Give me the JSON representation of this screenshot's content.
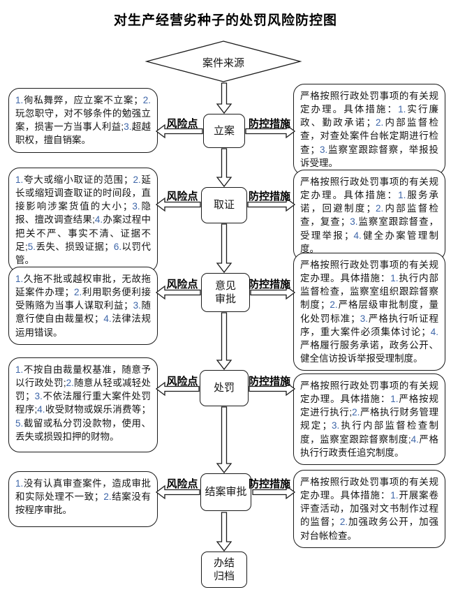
{
  "title": "对生产经营劣种子的处罚风险防控图",
  "source_node": "案件来源",
  "labels": {
    "risk": "风险点",
    "control": "防控措施"
  },
  "stages": [
    {
      "label": "立案",
      "risk": "1.徇私舞弊，应立案不立案；2.玩忽职守，对不够条件的勉强立案，损害一方当事人利益;3.超越职权，擅自销案。",
      "control": "严格按照行政处罚事项的有关规定办理。具体措施：1.实行廉政、勤政承诺；2.内部监督检查，对查处案件台帐定期进行检查；3.监察室跟踪督察，举报投诉受理。"
    },
    {
      "label": "取证",
      "risk": "1.夸大或缩小取证的范围；2.延长或缩短调查取证的时间段，直接影响涉案货值的大小；3.隐报、擅改调查结果;4.办案过程中把关不严、事实不清、证据不足;5.丢失、损毁证据；6.以罚代管。",
      "control": "严格按照行政处罚事项的有关规定办理。具体措施：1.服务承诺，回避制度；2.内部监督检查，复查；3.监察室跟踪督查，受理举报；4.健全办案管理制度。"
    },
    {
      "label": "意见审批",
      "risk": "1.久拖不批或越权审批，无故拖延案件办理；2.利用职务便利接受贿赂为当事人谋取利益；3.随意行使自由裁量权；4.法律法规运用错误。",
      "control": "严格按照行政处罚事项的有关规定办理。具体措施：1.执行内部监督检查，监察室组织跟踪督察制度；2.严格层级审批制度，量化处罚标准；3.严格执行听证程序，重大案件必须集体讨论；4.严格履行服务承诺，政务公开、健全信访投诉举报受理制度。"
    },
    {
      "label": "处罚",
      "risk": "1.不按自由裁量权基准，随意予以行政处罚;2.随意从轻或减轻处罚；3.不依法履行重大案件处罚程序;4.收受财物或娱乐消费等；5.截留或私分罚没款物，使用、丢失或损毁扣押的财物。",
      "control": "严格按照行政处罚事项的有关规定办理。具体措施：1.严格按规定进行执行;2.严格执行财务管理规定；3.执行内部监督检查制度，监察室跟踪督察制度;4.严格执行行政责任追究制度。"
    },
    {
      "label": "结案审批",
      "risk": "1.没有认真审查案件，造成审批和实际处理不一致；2.结案没有按程序审批。",
      "control": "严格按照行政处罚事项的有关规定办理。具体措施：1.开展案卷评查活动，加强对文书制作过程的监督；2.加强政务公开，加强对台帐检查。"
    }
  ],
  "final_label": "办结归档",
  "colors": {
    "number": "#3E66A8",
    "line": "#1a1a1a"
  }
}
